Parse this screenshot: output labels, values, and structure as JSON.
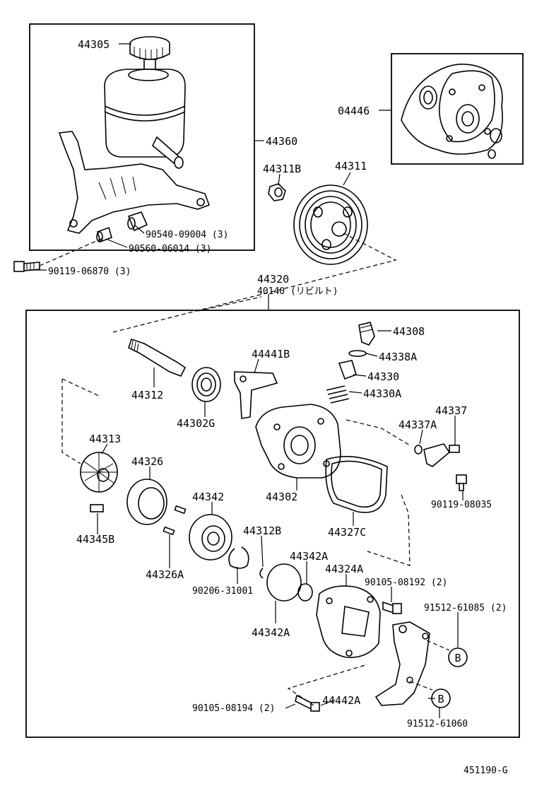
{
  "figure_code": "451190-G",
  "callouts": [
    {
      "key": "c44305",
      "text": "44305"
    },
    {
      "key": "c44360",
      "text": "44360"
    },
    {
      "key": "c90540",
      "text": "90540-09004 (3)"
    },
    {
      "key": "c90560",
      "text": "90560-06014 (3)"
    },
    {
      "key": "c90119a",
      "text": "90119-06870 (3)"
    },
    {
      "key": "c04446",
      "text": "04446"
    },
    {
      "key": "c44311B",
      "text": "44311B"
    },
    {
      "key": "c44311",
      "text": "44311"
    },
    {
      "key": "c44320",
      "text": "44320"
    },
    {
      "key": "c40140",
      "text": "40140 (リビルト)"
    },
    {
      "key": "c44308",
      "text": "44308"
    },
    {
      "key": "c44338A",
      "text": "44338A"
    },
    {
      "key": "c44441B",
      "text": "44441B"
    },
    {
      "key": "c44330",
      "text": "44330"
    },
    {
      "key": "c44330A",
      "text": "44330A"
    },
    {
      "key": "c44312",
      "text": "44312"
    },
    {
      "key": "c44302G",
      "text": "44302G"
    },
    {
      "key": "c44337",
      "text": "44337"
    },
    {
      "key": "c44337A",
      "text": "44337A"
    },
    {
      "key": "c44313",
      "text": "44313"
    },
    {
      "key": "c44326",
      "text": "44326"
    },
    {
      "key": "c44302",
      "text": "44302"
    },
    {
      "key": "c90119b",
      "text": "90119-08035"
    },
    {
      "key": "c44342",
      "text": "44342"
    },
    {
      "key": "c44345B",
      "text": "44345B"
    },
    {
      "key": "c44327C",
      "text": "44327C"
    },
    {
      "key": "c44312B",
      "text": "44312B"
    },
    {
      "key": "c44326A",
      "text": "44326A"
    },
    {
      "key": "c44342Aa",
      "text": "44342A"
    },
    {
      "key": "c44324A",
      "text": "44324A"
    },
    {
      "key": "c90105a",
      "text": "90105-08192 (2)"
    },
    {
      "key": "c90206",
      "text": "90206-31001"
    },
    {
      "key": "c91512a",
      "text": "91512-61085 (2)"
    },
    {
      "key": "c44342Ab",
      "text": "44342A"
    },
    {
      "key": "c90105b",
      "text": "90105-08194 (2)"
    },
    {
      "key": "c44442A",
      "text": "44442A"
    },
    {
      "key": "c91512b",
      "text": "91512-61060"
    }
  ],
  "markers": [
    "B",
    "B"
  ]
}
